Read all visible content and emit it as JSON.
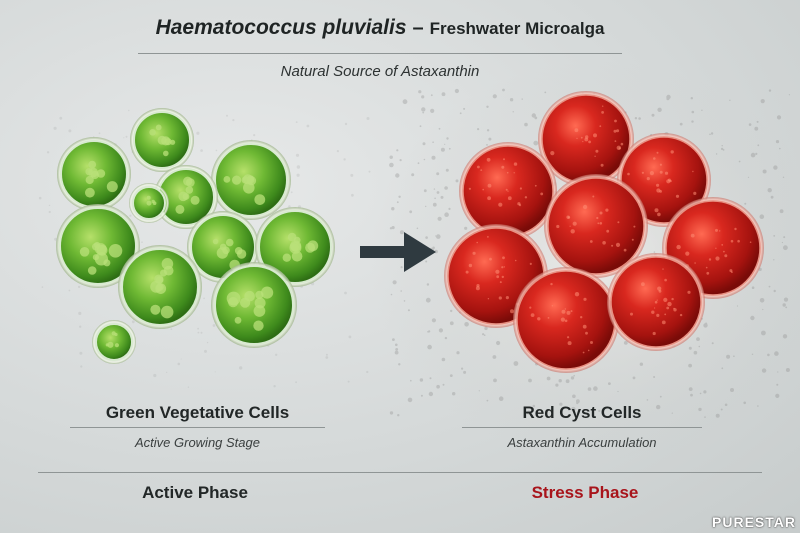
{
  "header": {
    "scientific_name": "Haematococcus pluvialis",
    "separator": "–",
    "common_name": "Freshwater Microalga",
    "subtitle": "Natural Source of Astaxanthin"
  },
  "left_panel": {
    "title": "Green Vegetative Cells",
    "subtitle": "Active Growing Stage",
    "phase": "Active Phase",
    "cell_color": "#5cab2c"
  },
  "right_panel": {
    "title": "Red Cyst Cells",
    "subtitle": "Astaxanthin Accumulation",
    "phase": "Stress Phase",
    "cell_color": "#c41f1a",
    "phase_color": "#a8141b"
  },
  "arrow_icon": "arrow-right-icon",
  "logo": {
    "text": "PURESTAR"
  }
}
